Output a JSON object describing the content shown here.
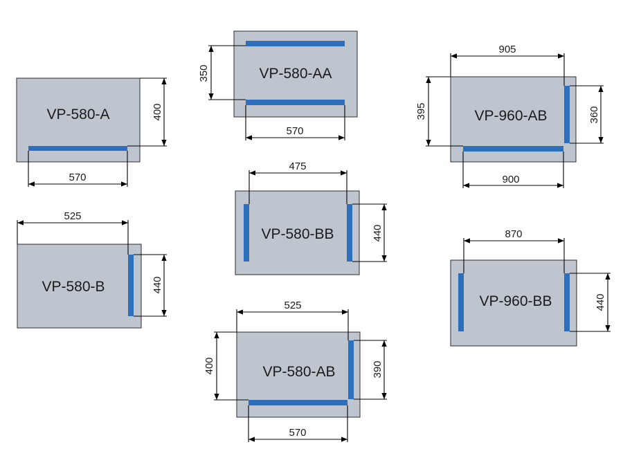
{
  "colors": {
    "panel": "#bfc5cf",
    "bar": "#2e6fbd",
    "line": "#000000"
  },
  "panels": {
    "vp580a": {
      "label": "VP-580-A",
      "width": "570",
      "height": "400"
    },
    "vp580aa": {
      "label": "VP-580-AA",
      "width": "570",
      "height": "350"
    },
    "vp960ab": {
      "label": "VP-960-AB",
      "top": "905",
      "bottom": "900",
      "left": "395",
      "right": "360"
    },
    "vp580b": {
      "label": "VP-580-B",
      "width": "525",
      "height": "440"
    },
    "vp580bb": {
      "label": "VP-580-BB",
      "width": "475",
      "height": "440"
    },
    "vp960bb": {
      "label": "VP-960-BB",
      "width": "870",
      "height": "440"
    },
    "vp580ab": {
      "label": "VP-580-AB",
      "top": "525",
      "bottom": "570",
      "left": "400",
      "right": "390"
    }
  }
}
